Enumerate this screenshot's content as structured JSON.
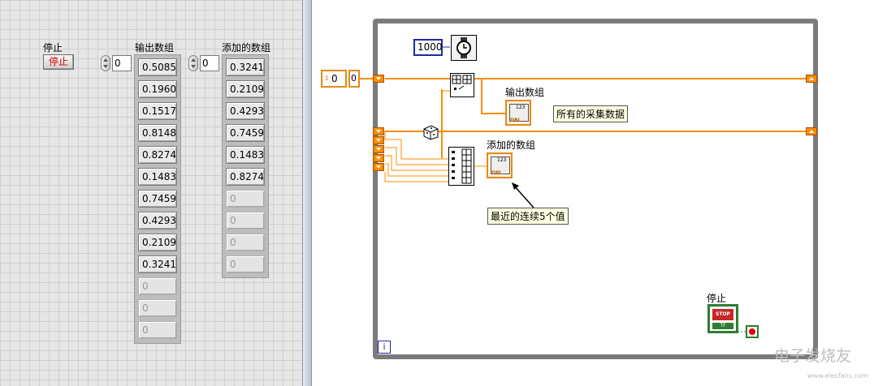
{
  "front_panel": {
    "stop_label": "停止",
    "stop_button_text": "停止",
    "output_array": {
      "label": "输出数组",
      "index": "0",
      "values": [
        "0.50850",
        "0.19603",
        "0.15175",
        "0.81487",
        "0.82742",
        "0.14830",
        "0.74592",
        "0.42936",
        "0.21094",
        "0.32418",
        "0",
        "0",
        "0"
      ]
    },
    "added_array": {
      "label": "添加的数组",
      "index": "0",
      "values": [
        "0.32418",
        "0.21094",
        "0.42936",
        "0.74592",
        "0.14830",
        "0.82742",
        "0",
        "0",
        "0",
        "0"
      ]
    }
  },
  "diagram": {
    "wait_ms_constant": "1000",
    "shift_register_init": "0",
    "output_indicator_label": "输出数组",
    "added_indicator_label": "添加的数组",
    "comment_all_data": "所有的采集数据",
    "comment_recent": "最近的连续5个值",
    "stop_label": "停止",
    "stop_face_text": "STOP",
    "tf_text": "TF",
    "dbl_tag": "DBL",
    "num_tag": "123",
    "iteration_label": "i",
    "wire_color": "#ff8c00"
  },
  "watermark": {
    "text": "电子发烧友",
    "url": "www.elecfans.com"
  }
}
